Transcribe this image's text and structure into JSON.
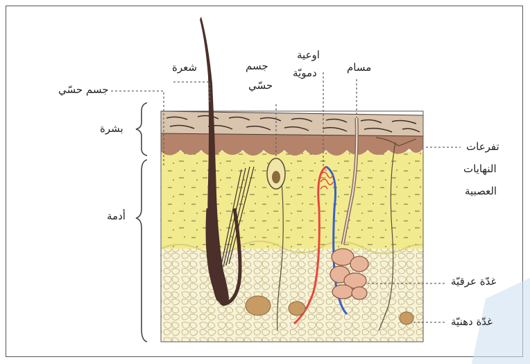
{
  "labels": {
    "hair": "شعرة",
    "sensory_body_left": "جسم حسّي",
    "sensory_body_top_1": "جسم",
    "sensory_body_top_2": "حسّي",
    "blood_vessels_1": "اوعية",
    "blood_vessels_2": "دمويّة",
    "pore": "مسام",
    "epidermis": "بشرة",
    "dermis": "أدمة",
    "nerve_endings_1": "تفرعات",
    "nerve_endings_2": "النهايات",
    "nerve_endings_3": "العصبية",
    "sweat_gland": "غدّة عرقيّة",
    "sebaceous_gland": "غدّة دهنيّة"
  },
  "colors": {
    "epidermis": "#b5826a",
    "epidermis_dark": "#6f4a3a",
    "dermis": "#f2ea8f",
    "fat_layer": "#f6f2d2",
    "hair": "#4a2f2a",
    "artery": "#e8463c",
    "vein": "#3b5fc4",
    "sweat_gland": "#e9b59a",
    "fat_cells": "#c89b64"
  }
}
